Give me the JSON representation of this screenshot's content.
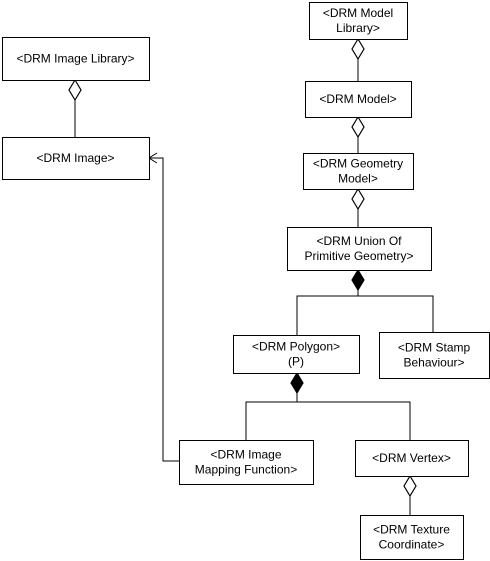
{
  "diagram": {
    "colors": {
      "line": "#000000",
      "box_fill": "#ffffff"
    },
    "nodes": {
      "model_library": {
        "lines": [
          "<DRM Model",
          "Library>"
        ]
      },
      "image_library": {
        "lines": [
          "<DRM Image Library>"
        ]
      },
      "model": {
        "lines": [
          "<DRM Model>"
        ]
      },
      "image": {
        "lines": [
          "<DRM Image>"
        ]
      },
      "geometry_model": {
        "lines": [
          "<DRM Geometry",
          "Model>"
        ]
      },
      "union_geometry": {
        "lines": [
          "<DRM Union Of",
          "Primitive Geometry>"
        ]
      },
      "polygon": {
        "lines": [
          "<DRM Polygon>",
          "(P)"
        ]
      },
      "stamp_behaviour": {
        "lines": [
          "<DRM Stamp",
          "Behaviour>"
        ]
      },
      "image_mapping_function": {
        "lines": [
          "<DRM Image",
          "Mapping Function>"
        ]
      },
      "vertex": {
        "lines": [
          "<DRM Vertex>"
        ]
      },
      "texture_coordinate": {
        "lines": [
          "<DRM Texture",
          "Coordinate>"
        ]
      }
    },
    "relations": [
      {
        "from": "model_library",
        "to": "model",
        "kind": "aggregation"
      },
      {
        "from": "image_library",
        "to": "image",
        "kind": "aggregation"
      },
      {
        "from": "model",
        "to": "geometry_model",
        "kind": "aggregation"
      },
      {
        "from": "geometry_model",
        "to": "union_geometry",
        "kind": "aggregation"
      },
      {
        "from": "union_geometry",
        "to": "polygon",
        "kind": "aggregation"
      },
      {
        "from": "union_geometry",
        "to": "stamp_behaviour",
        "kind": "aggregation"
      },
      {
        "from": "polygon",
        "to": "image_mapping_function",
        "kind": "aggregation"
      },
      {
        "from": "polygon",
        "to": "vertex",
        "kind": "aggregation"
      },
      {
        "from": "vertex",
        "to": "texture_coordinate",
        "kind": "aggregation"
      },
      {
        "from": "image_mapping_function",
        "to": "image",
        "kind": "association"
      }
    ]
  }
}
